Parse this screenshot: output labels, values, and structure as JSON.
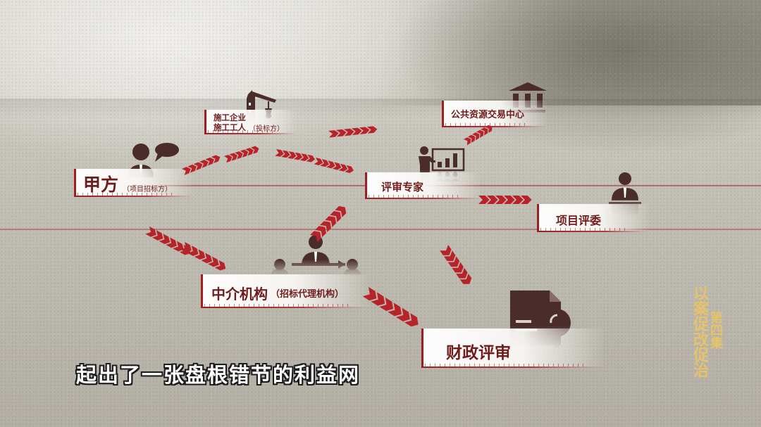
{
  "scene": {
    "background_color": "#c1beb4",
    "accent_red": "#b8232a",
    "label_text_color": "#6e1c1c",
    "icon_color": "#4a2c2a"
  },
  "nodes": {
    "construction": {
      "line1": "施工企业",
      "line2": "施工工人",
      "note": "（投标方）",
      "icon": "crane-icon"
    },
    "public_resource": {
      "label": "公共资源交易中心",
      "icon": "government-building-icon"
    },
    "client": {
      "label": "甲方",
      "note": "（项目招标方）",
      "icon": "person-speech-bubble-icon"
    },
    "experts": {
      "label": "评审专家",
      "icon": "presenter-chart-icon"
    },
    "committee": {
      "label": "项目评委",
      "icon": "person-podium-icon"
    },
    "agency": {
      "label": "中介机构",
      "note": "（招标代理机构）",
      "icon": "meeting-table-icon"
    },
    "finance": {
      "label": "财政评审",
      "icon": "document-magnifier-icon"
    }
  },
  "subtitle": "起出了一张盘根错节的利益网",
  "watermark": {
    "series": "以案促改促治",
    "episode": "第四集"
  }
}
